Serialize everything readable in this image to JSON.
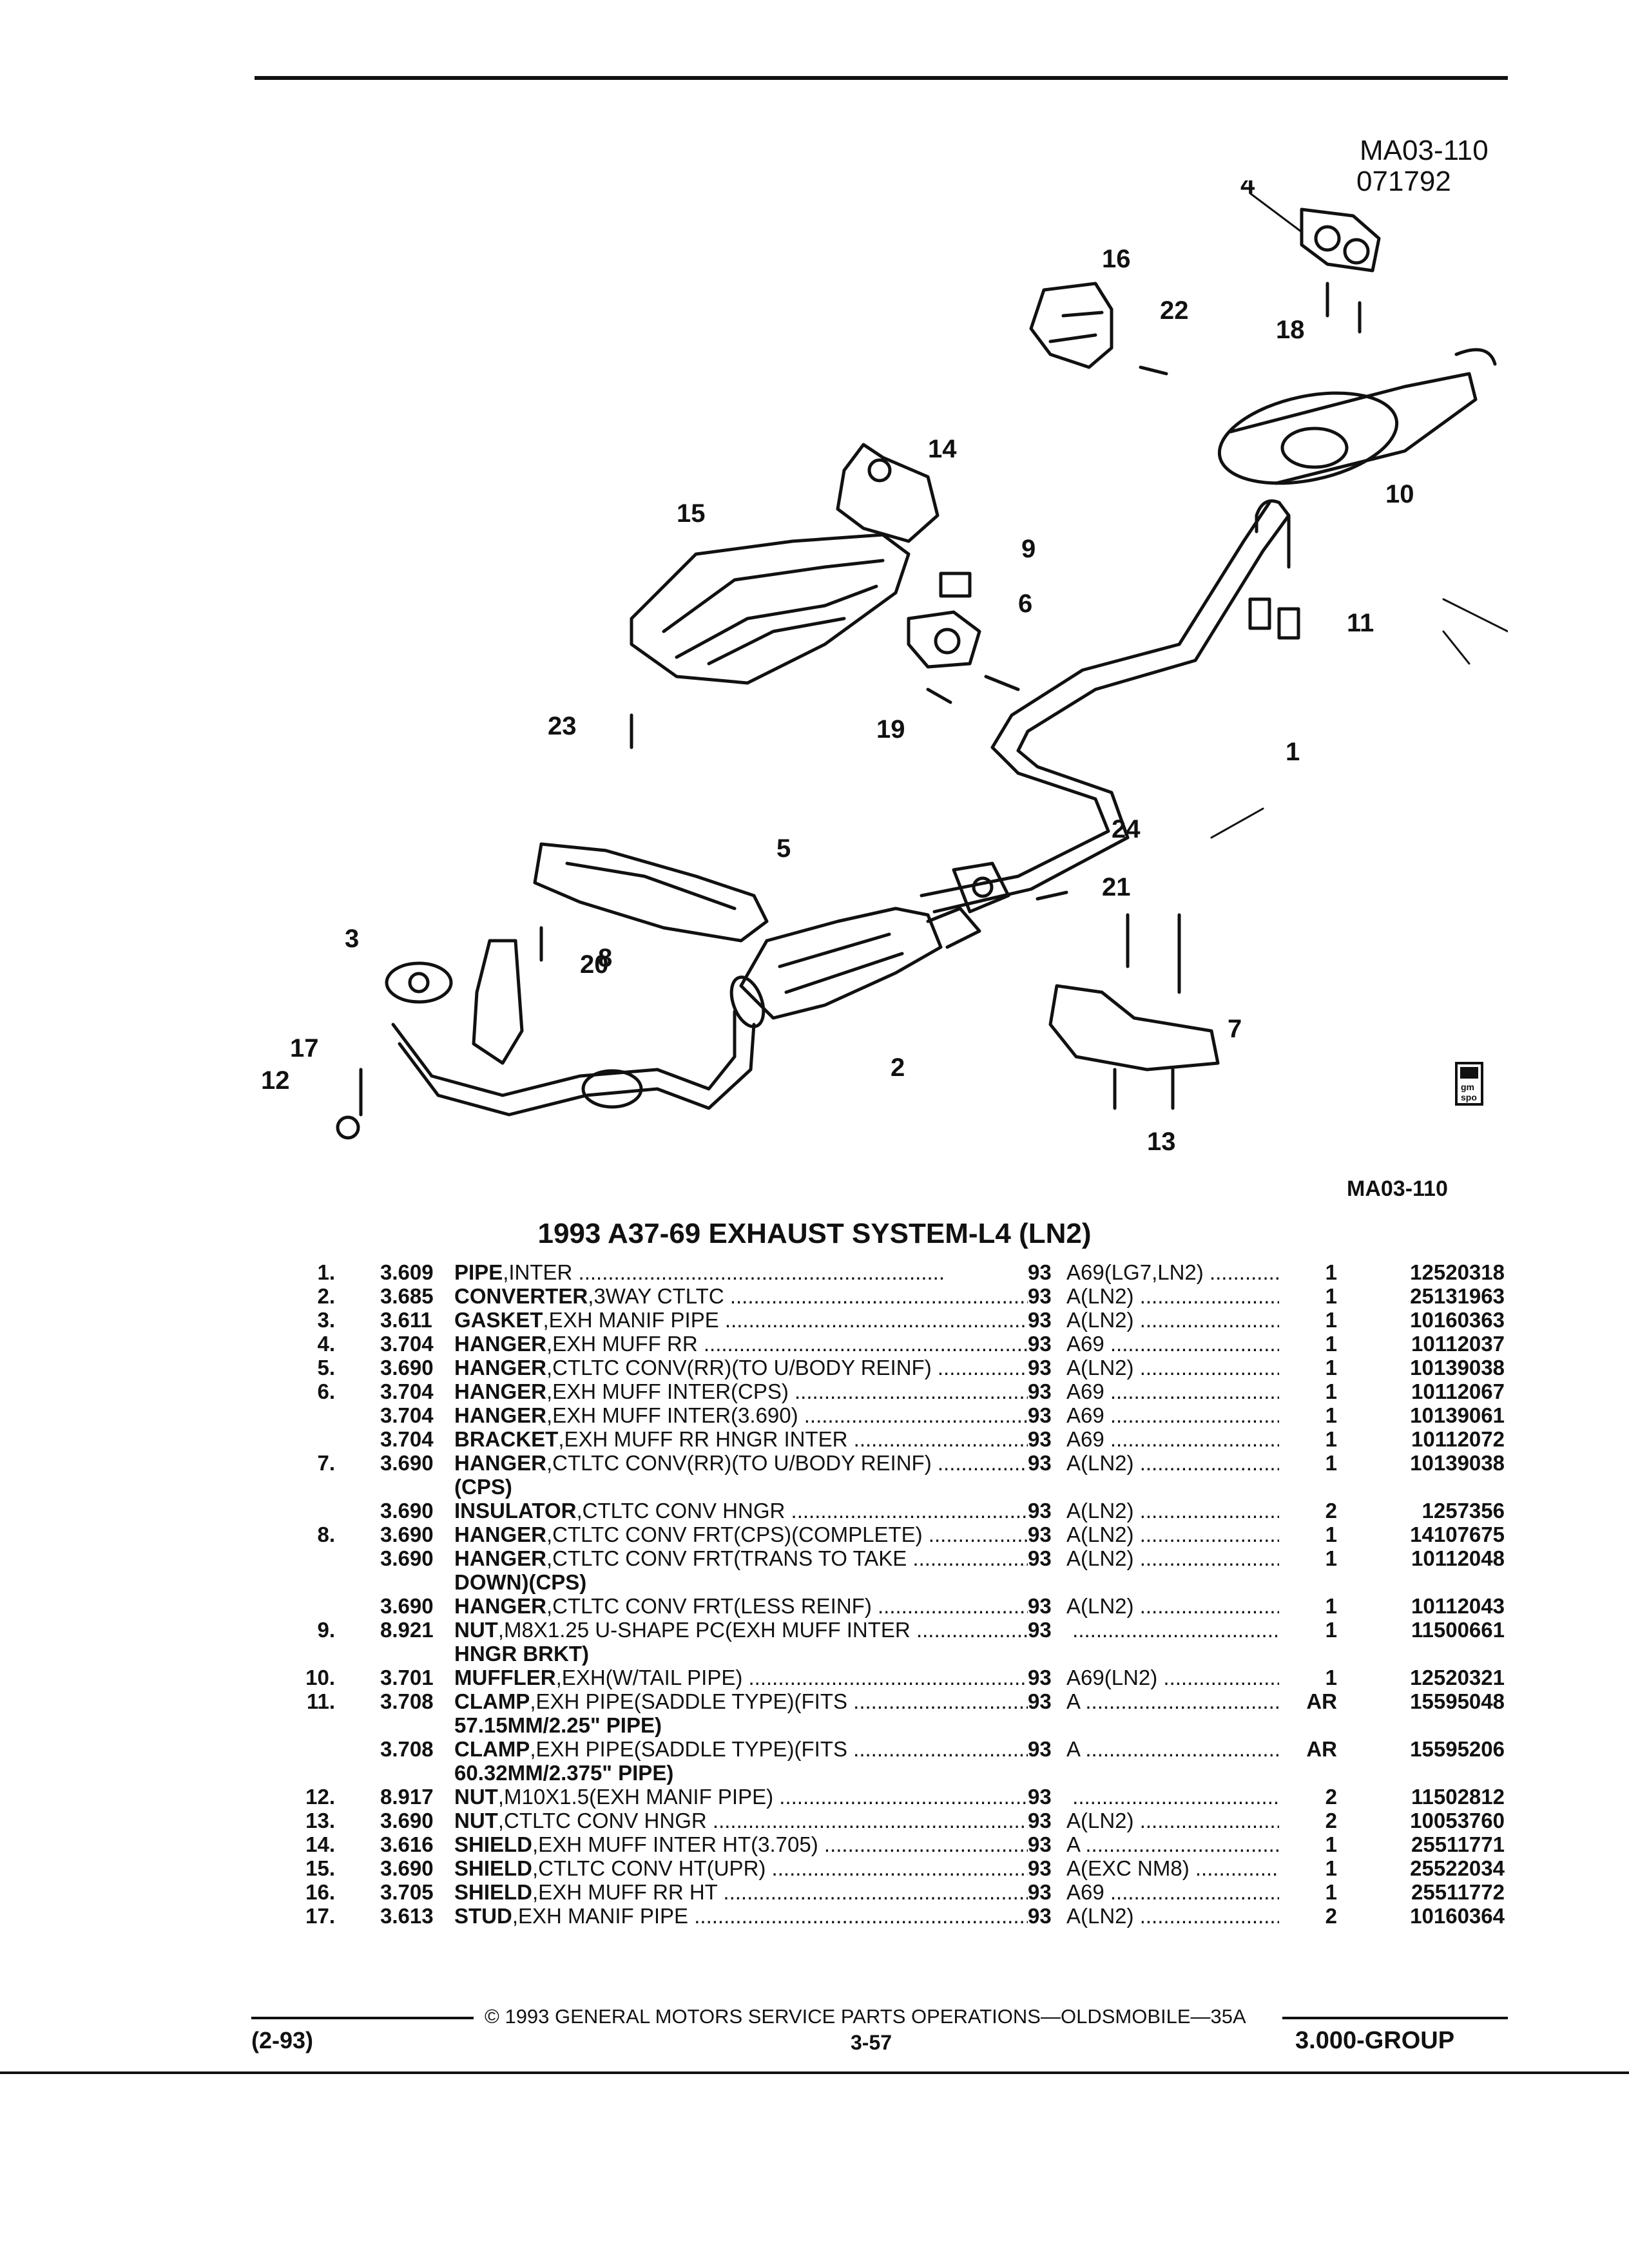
{
  "header": {
    "code": "MA03-110",
    "date": "071792"
  },
  "diagram": {
    "code_bottom": "MA03-110",
    "callouts": [
      "1",
      "2",
      "3",
      "4",
      "5",
      "6",
      "7",
      "8",
      "9",
      "10",
      "11",
      "12",
      "13",
      "14",
      "15",
      "16",
      "17",
      "18",
      "19",
      "20",
      "21",
      "22",
      "23",
      "24"
    ],
    "logo_text": "gm spo"
  },
  "title": "1993 A37-69 EXHAUST SYSTEM-L4 (LN2)",
  "parts": [
    {
      "num": "1.",
      "sec": "3.609",
      "name": "PIPE",
      "desc": ",INTER",
      "cont": "",
      "yr": "93",
      "app": "A69(LG7,LN2)",
      "qty": "1",
      "pn": "12520318"
    },
    {
      "num": "2.",
      "sec": "3.685",
      "name": "CONVERTER",
      "desc": ",3WAY CTLTC",
      "cont": "",
      "yr": "93",
      "app": "A(LN2)",
      "qty": "1",
      "pn": "25131963"
    },
    {
      "num": "3.",
      "sec": "3.611",
      "name": "GASKET",
      "desc": ",EXH MANIF PIPE",
      "cont": "",
      "yr": "93",
      "app": "A(LN2)",
      "qty": "1",
      "pn": "10160363"
    },
    {
      "num": "4.",
      "sec": "3.704",
      "name": "HANGER",
      "desc": ",EXH MUFF RR",
      "cont": "",
      "yr": "93",
      "app": "A69",
      "qty": "1",
      "pn": "10112037"
    },
    {
      "num": "5.",
      "sec": "3.690",
      "name": "HANGER",
      "desc": ",CTLTC CONV(RR)(TO U/BODY REINF)",
      "cont": "",
      "yr": "93",
      "app": "A(LN2)",
      "qty": "1",
      "pn": "10139038"
    },
    {
      "num": "6.",
      "sec": "3.704",
      "name": "HANGER",
      "desc": ",EXH MUFF INTER(CPS)",
      "cont": "",
      "yr": "93",
      "app": "A69",
      "qty": "1",
      "pn": "10112067"
    },
    {
      "num": "",
      "sec": "3.704",
      "name": "HANGER",
      "desc": ",EXH MUFF INTER(3.690)",
      "cont": "",
      "yr": "93",
      "app": "A69",
      "qty": "1",
      "pn": "10139061"
    },
    {
      "num": "",
      "sec": "3.704",
      "name": "BRACKET",
      "desc": ",EXH MUFF RR HNGR INTER",
      "cont": "",
      "yr": "93",
      "app": "A69",
      "qty": "1",
      "pn": "10112072"
    },
    {
      "num": "7.",
      "sec": "3.690",
      "name": "HANGER",
      "desc": ",CTLTC CONV(RR)(TO U/BODY REINF)",
      "cont": "(CPS)",
      "yr": "93",
      "app": "A(LN2)",
      "qty": "1",
      "pn": "10139038"
    },
    {
      "num": "",
      "sec": "3.690",
      "name": "INSULATOR",
      "desc": ",CTLTC CONV HNGR",
      "cont": "",
      "yr": "93",
      "app": "A(LN2)",
      "qty": "2",
      "pn": "1257356"
    },
    {
      "num": "8.",
      "sec": "3.690",
      "name": "HANGER",
      "desc": ",CTLTC CONV FRT(CPS)(COMPLETE)",
      "cont": "",
      "yr": "93",
      "app": "A(LN2)",
      "qty": "1",
      "pn": "14107675"
    },
    {
      "num": "",
      "sec": "3.690",
      "name": "HANGER",
      "desc": ",CTLTC CONV FRT(TRANS TO TAKE",
      "cont": "DOWN)(CPS)",
      "yr": "93",
      "app": "A(LN2)",
      "qty": "1",
      "pn": "10112048"
    },
    {
      "num": "",
      "sec": "3.690",
      "name": "HANGER",
      "desc": ",CTLTC CONV FRT(LESS REINF)",
      "cont": "",
      "yr": "93",
      "app": "A(LN2)",
      "qty": "1",
      "pn": "10112043"
    },
    {
      "num": "9.",
      "sec": "8.921",
      "name": "NUT",
      "desc": ",M8X1.25 U-SHAPE PC(EXH MUFF INTER",
      "cont": "HNGR BRKT)",
      "yr": "93",
      "app": "",
      "qty": "1",
      "pn": "11500661"
    },
    {
      "num": "10.",
      "sec": "3.701",
      "name": "MUFFLER",
      "desc": ",EXH(W/TAIL PIPE)",
      "cont": "",
      "yr": "93",
      "app": "A69(LN2)",
      "qty": "1",
      "pn": "12520321"
    },
    {
      "num": "11.",
      "sec": "3.708",
      "name": "CLAMP",
      "desc": ",EXH PIPE(SADDLE TYPE)(FITS",
      "cont": "57.15MM/2.25\" PIPE)",
      "yr": "93",
      "app": "A",
      "qty": "AR",
      "pn": "15595048"
    },
    {
      "num": "",
      "sec": "3.708",
      "name": "CLAMP",
      "desc": ",EXH PIPE(SADDLE TYPE)(FITS",
      "cont": "60.32MM/2.375\" PIPE)",
      "yr": "93",
      "app": "A",
      "qty": "AR",
      "pn": "15595206"
    },
    {
      "num": "12.",
      "sec": "8.917",
      "name": "NUT",
      "desc": ",M10X1.5(EXH MANIF PIPE)",
      "cont": "",
      "yr": "93",
      "app": "",
      "qty": "2",
      "pn": "11502812"
    },
    {
      "num": "13.",
      "sec": "3.690",
      "name": "NUT",
      "desc": ",CTLTC CONV HNGR",
      "cont": "",
      "yr": "93",
      "app": "A(LN2)",
      "qty": "2",
      "pn": "10053760"
    },
    {
      "num": "14.",
      "sec": "3.616",
      "name": "SHIELD",
      "desc": ",EXH MUFF INTER HT(3.705)",
      "cont": "",
      "yr": "93",
      "app": "A",
      "qty": "1",
      "pn": "25511771"
    },
    {
      "num": "15.",
      "sec": "3.690",
      "name": "SHIELD",
      "desc": ",CTLTC CONV HT(UPR)",
      "cont": "",
      "yr": "93",
      "app": "A(EXC NM8)",
      "qty": "1",
      "pn": "25522034"
    },
    {
      "num": "16.",
      "sec": "3.705",
      "name": "SHIELD",
      "desc": ",EXH MUFF RR HT",
      "cont": "",
      "yr": "93",
      "app": "A69",
      "qty": "1",
      "pn": "25511772"
    },
    {
      "num": "17.",
      "sec": "3.613",
      "name": "STUD",
      "desc": ",EXH MANIF PIPE",
      "cont": "",
      "yr": "93",
      "app": "A(LN2)",
      "qty": "2",
      "pn": "10160364"
    }
  ],
  "footer": {
    "copyright": "© 1993 GENERAL MOTORS SERVICE PARTS OPERATIONS—OLDSMOBILE—35A",
    "left": "(2-93)",
    "page": "3-57",
    "right": "3.000-GROUP"
  }
}
